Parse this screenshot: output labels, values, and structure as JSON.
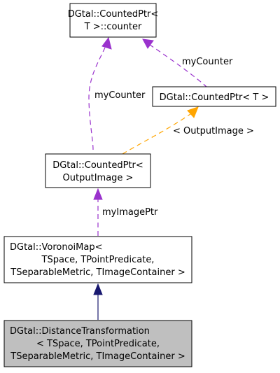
{
  "nodes": {
    "counter": {
      "lines": [
        "DGtal::CountedPtr<",
        "T >::counter"
      ]
    },
    "countedptr_t": {
      "lines": [
        "DGtal::CountedPtr< T >"
      ]
    },
    "countedptr_outputimage": {
      "lines": [
        "DGtal::CountedPtr<",
        "OutputImage >"
      ]
    },
    "voronoimap": {
      "lines": [
        "DGtal::VoronoiMap<",
        "TSpace, TPointPredicate,",
        "TSeparableMetric, TImageContainer >"
      ]
    },
    "distancetransformation": {
      "lines": [
        "DGtal::DistanceTransformation",
        "< TSpace, TPointPredicate,",
        "TSeparableMetric, TImageContainer >"
      ]
    }
  },
  "edges": {
    "mycounter_left": "myCounter",
    "mycounter_right": "myCounter",
    "template_arg": "< OutputImage >",
    "myimageptr": "myImagePtr"
  },
  "colors": {
    "member_edge": "#9a32cd",
    "template_edge": "#ffa500",
    "inheritance_edge": "#191970",
    "highlight_fill": "#bfbfbf"
  }
}
